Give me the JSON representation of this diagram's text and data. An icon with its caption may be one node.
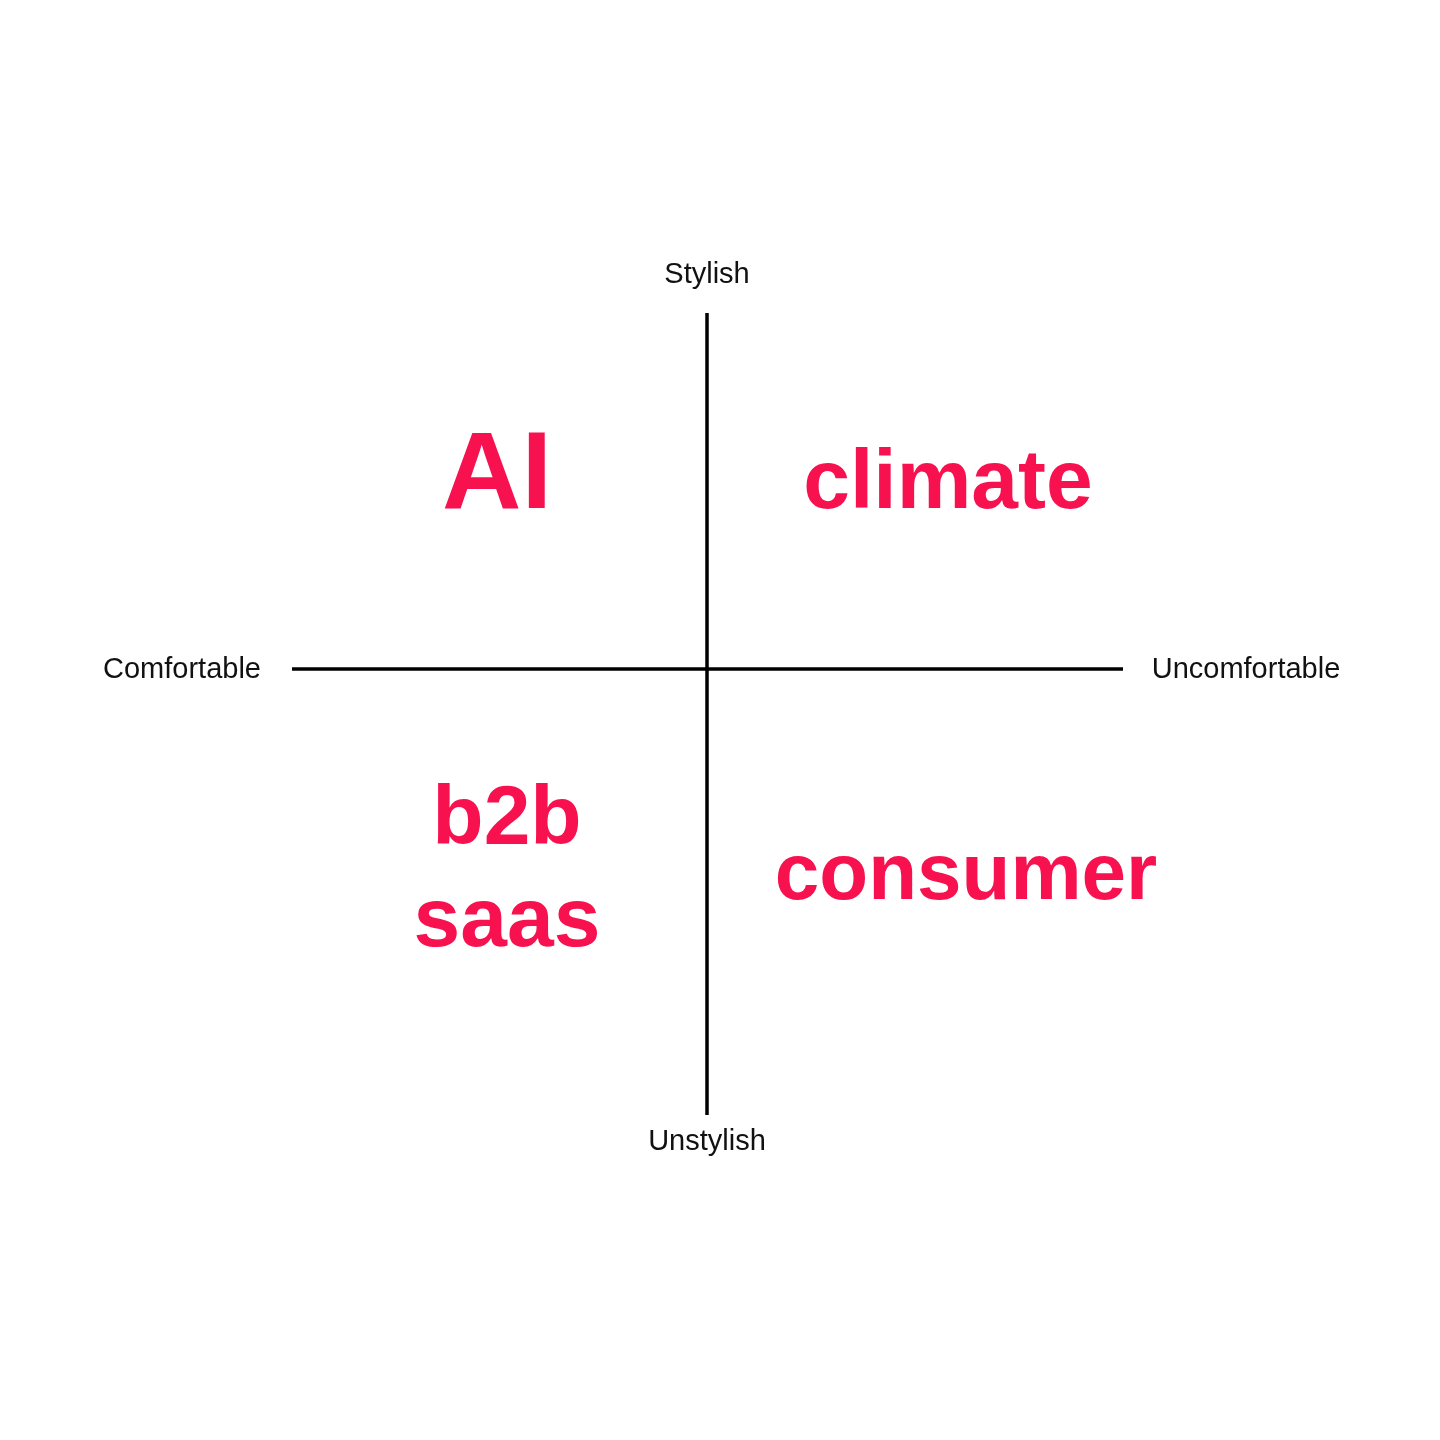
{
  "diagram": {
    "labels": [
      "Stylish",
      "AI",
      "climate",
      "Comfortable",
      "Uncomfortable",
      "b2b saas",
      "consumer",
      "Unstylish"
    ]
  }
}
